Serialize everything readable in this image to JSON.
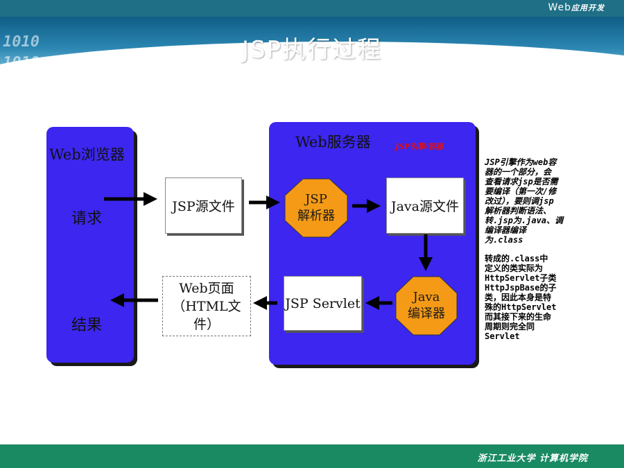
{
  "header": {
    "brand_prefix": "Web",
    "brand_suffix": "应用开发",
    "title": "JSP执行过程",
    "binary": [
      "1010",
      "1010"
    ]
  },
  "footer": {
    "text": "浙江工业大学 计算机学院"
  },
  "diagram": {
    "browser": {
      "label": "Web浏览器",
      "request": "请求",
      "result": "结果"
    },
    "server": {
      "label": "Web服务器",
      "engine_tag": "JSP引擎/容器"
    },
    "jsp_source": "JSP源文件",
    "jsp_parser": [
      "JSP",
      "解析器"
    ],
    "java_source": "Java源文件",
    "java_compiler": [
      "Java",
      "编译器"
    ],
    "jsp_servlet": "JSP Servlet",
    "web_page": [
      "Web页面",
      "（HTML文件）"
    ]
  },
  "notes": {
    "engine_note": [
      "JSP引擎作为web容",
      "器的一个部分，会",
      "查看请求jsp是否需",
      "要编译（第一次/修",
      "改过），要则调jsp",
      "解析器判断语法、",
      "转.jsp为.java、调",
      "编译器编译",
      "为.class"
    ],
    "servlet_note": [
      "转成的.class中",
      "定义的类实际为",
      "HttpServlet子类",
      "HttpJspBase的子",
      "类，因此本身是特",
      "殊的HttpServlet",
      "而其接下来的生命",
      "周期则完全同",
      "Servlet"
    ]
  }
}
